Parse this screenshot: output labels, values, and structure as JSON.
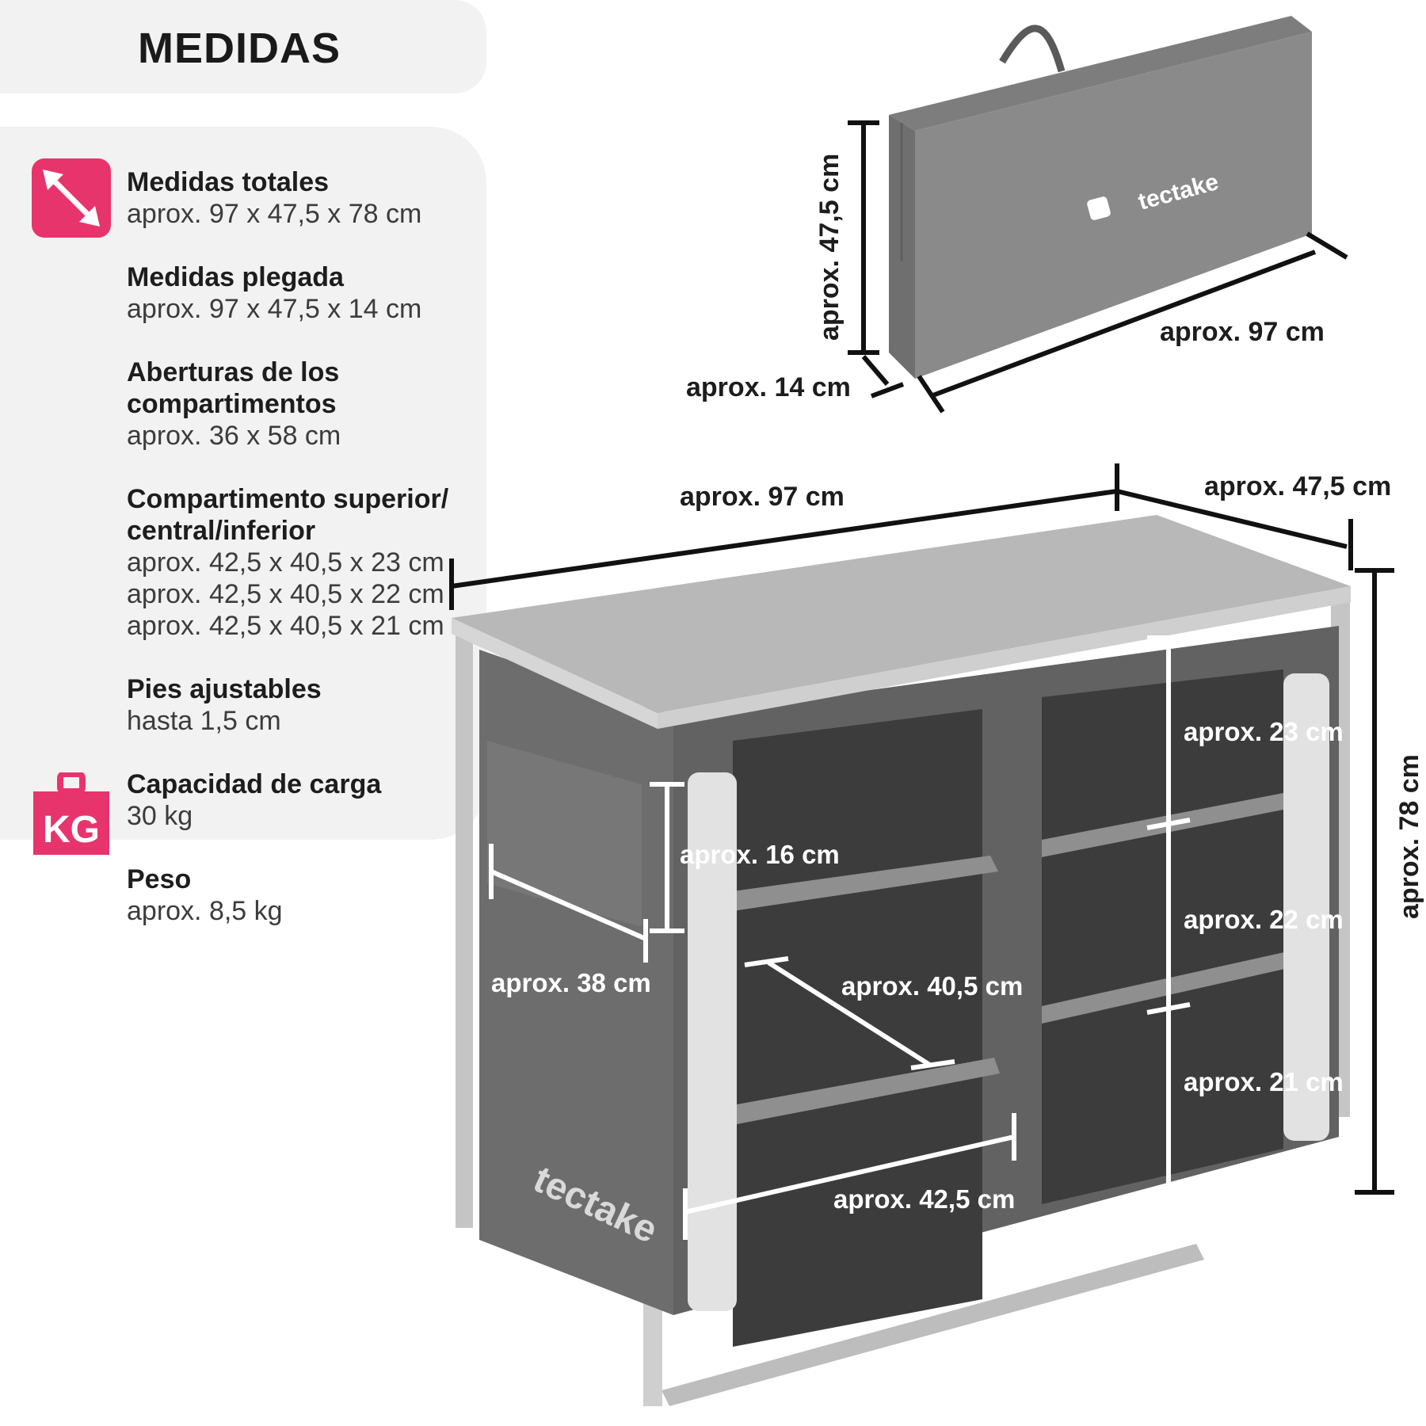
{
  "header": {
    "title": "MEDIDAS"
  },
  "specs": [
    {
      "label": "Medidas totales",
      "value": "aprox. 97 x 47,5 x 78 cm"
    },
    {
      "label": "Medidas plegada",
      "value": "aprox. 97 x 47,5 x 14 cm"
    },
    {
      "label": "Aberturas de los\ncompartimentos",
      "value": "aprox. 36 x 58 cm"
    },
    {
      "label": "Compartimento superior/\ncentral/inferior",
      "value": "aprox. 42,5 x 40,5 x 23 cm\naprox. 42,5 x 40,5 x 22 cm\naprox. 42,5 x 40,5 x 21 cm"
    },
    {
      "label": "Pies ajustables",
      "value": "hasta 1,5 cm"
    },
    {
      "label": "Capacidad de carga",
      "value": "30 kg"
    },
    {
      "label": "Peso",
      "value": "aprox. 8,5 kg"
    }
  ],
  "icons": {
    "measure": "diagonal-arrow-icon",
    "weight": "kg-weight-icon",
    "accent": "#e8346d"
  },
  "bag": {
    "brand": "tectake",
    "height": "aprox. 47,5 cm",
    "depth": "aprox. 14 cm",
    "width": "aprox. 97 cm"
  },
  "cabinet": {
    "brand": "tectake",
    "width": "aprox. 97 cm",
    "depth": "aprox. 47,5 cm",
    "height": "aprox. 78 cm",
    "upper": "aprox. 23 cm",
    "middle": "aprox. 22 cm",
    "lower": "aprox. 21 cm",
    "pocket": "aprox. 16 cm",
    "side": "aprox. 38 cm",
    "shelf_depth": "aprox. 40,5 cm",
    "shelf_width": "aprox. 42,5 cm"
  }
}
